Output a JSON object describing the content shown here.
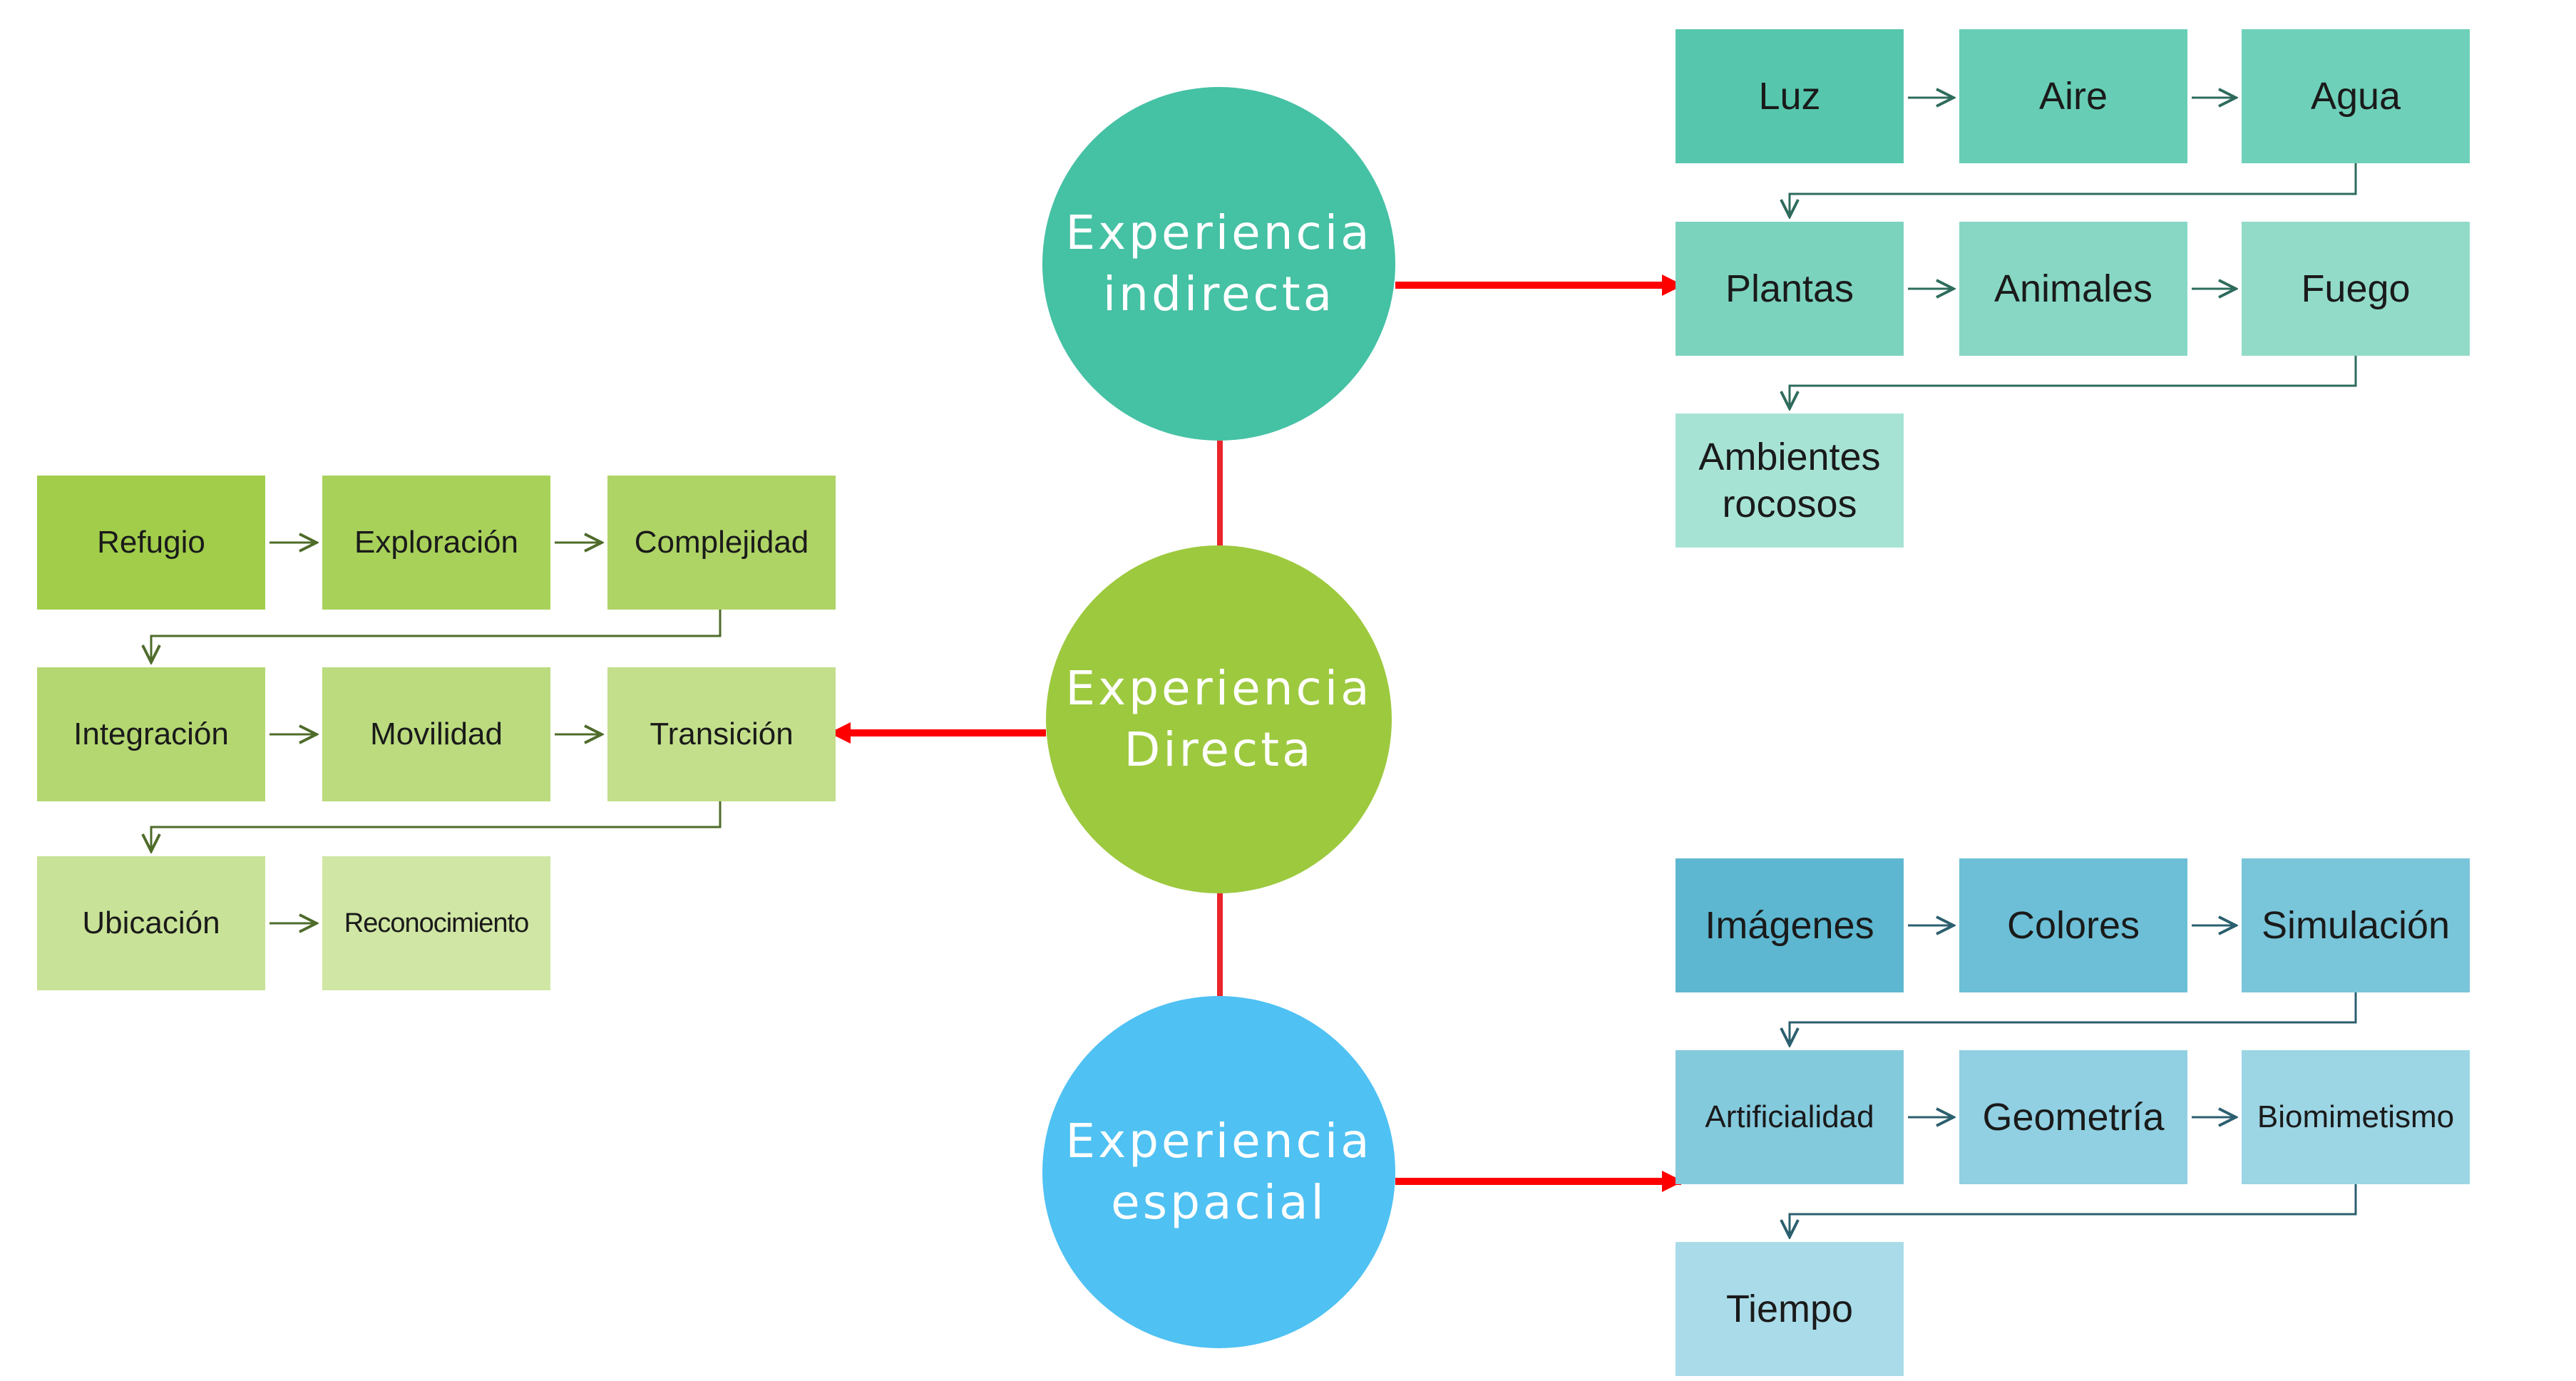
{
  "hubs": {
    "indirecta": {
      "label": "Experiencia\nindirecta",
      "color": "#45c1a4"
    },
    "directa": {
      "label": "Experiencia\nDirecta",
      "color": "#9dc93f"
    },
    "espacial": {
      "label": "Experiencia\nespacial",
      "color": "#4fc1f3"
    }
  },
  "indirecta_items": [
    {
      "label": "Luz",
      "color": "#56c7ad"
    },
    {
      "label": "Aire",
      "color": "#67ceb5"
    },
    {
      "label": "Agua",
      "color": "#6fd0b9"
    },
    {
      "label": "Plantas",
      "color": "#7bd3be"
    },
    {
      "label": "Animales",
      "color": "#87d7c4"
    },
    {
      "label": "Fuego",
      "color": "#92dbc9"
    },
    {
      "label": "Ambientes\nrocosos",
      "color": "#a6e3d5"
    }
  ],
  "directa_items": [
    {
      "label": "Refugio",
      "color": "#a1cd4b"
    },
    {
      "label": "Exploración",
      "color": "#a8d15a"
    },
    {
      "label": "Complejidad",
      "color": "#afd466"
    },
    {
      "label": "Integración",
      "color": "#b4d771"
    },
    {
      "label": "Movilidad",
      "color": "#bbdb7e"
    },
    {
      "label": "Transición",
      "color": "#c3df8b"
    },
    {
      "label": "Ubicación",
      "color": "#c8e297"
    },
    {
      "label": "Reconocimiento",
      "color": "#d0e6a4"
    }
  ],
  "espacial_items": [
    {
      "label": "Imágenes",
      "color": "#5db7d0"
    },
    {
      "label": "Colores",
      "color": "#6cbfd6"
    },
    {
      "label": "Simulación",
      "color": "#79c5da"
    },
    {
      "label": "Artificialidad",
      "color": "#84cadd"
    },
    {
      "label": "Geometría",
      "color": "#90d0e2"
    },
    {
      "label": "Biomimetismo",
      "color": "#9cd5e4"
    },
    {
      "label": "Tiempo",
      "color": "#a9dbe8"
    }
  ],
  "colors": {
    "hub_arrow": "#ff0000",
    "hub_connector": "#e8262b",
    "indirecta_flow": "#2e6b5c",
    "directa_flow": "#4e6b2a",
    "espacial_flow": "#2b5f6e"
  }
}
